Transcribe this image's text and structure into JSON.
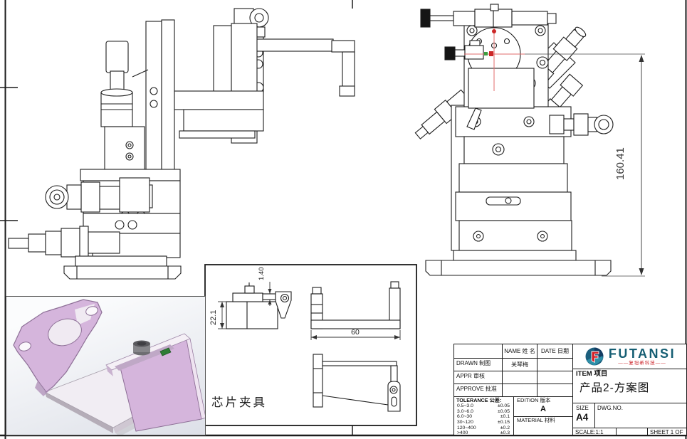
{
  "annotations": {
    "overall_height": "160.41",
    "detail_height": "22.1",
    "detail_tab": "1.40",
    "detail_width": "60",
    "fixture_caption": "芯片夹具"
  },
  "title_block": {
    "name_header": "NAME 姓 名",
    "date_header": "DATE 日期",
    "drawn_label": "DRAWN 制图",
    "drawn_by": "关琴梅",
    "appr_label": "APPR 审核",
    "approve_label": "APPROVE 批准",
    "tolerance_title": "TOLERANCE 公差:",
    "tolerance": {
      "rows": [
        {
          "range": "0.5~3.0",
          "value": "±0.05"
        },
        {
          "range": "3.0~6.0",
          "value": "±0.05"
        },
        {
          "range": "6.0~30",
          "value": "±0.1"
        },
        {
          "range": "30~120",
          "value": "±0.15"
        },
        {
          "range": "120~400",
          "value": "±0.2"
        },
        {
          "range": ">400",
          "value": "±0.3"
        }
      ]
    },
    "edition_label": "EDITION 版本",
    "edition_value": "A",
    "material_label": "MATERIAL 材料",
    "item_label": "ITEM 项目",
    "item_value": "产品2-方案图",
    "size_label": "SIZE",
    "size_value": "A4",
    "dwg_label": "DWG.NO.",
    "scale_label": "SCALE:1:1",
    "sheet_label": "SHEET 1 OF"
  },
  "logo": {
    "name": "FUTANSI",
    "tagline": "——复坦希科技——",
    "brand_teal": "#155e73",
    "brand_red": "#d42027"
  },
  "colors": {
    "centerline_red": "#e26b6b",
    "fixture_purple": "#d5b5dc"
  }
}
